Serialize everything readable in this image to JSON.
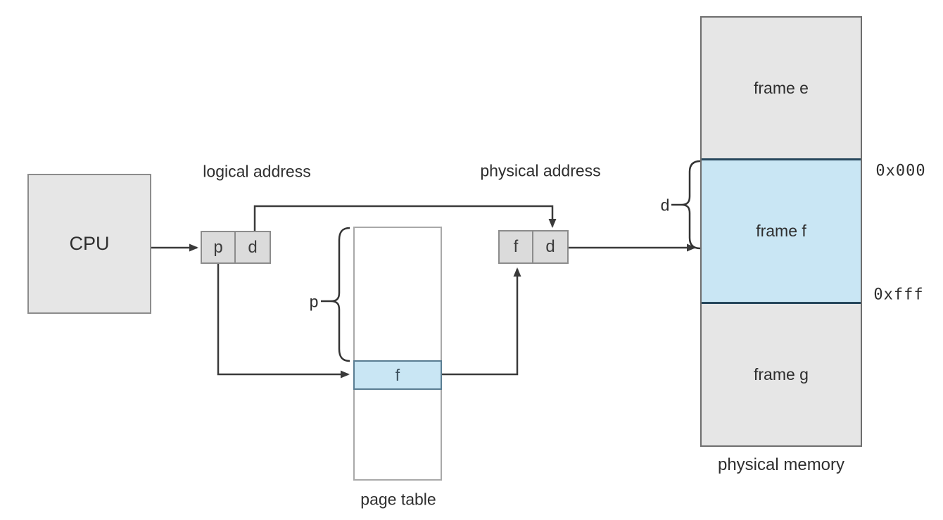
{
  "labels": {
    "logical_address": "logical address",
    "physical_address": "physical address",
    "page_table": "page table",
    "physical_memory": "physical memory"
  },
  "cpu": {
    "label": "CPU"
  },
  "logical_address_box": {
    "page_field": "p",
    "offset_field": "d"
  },
  "physical_address_box": {
    "frame_field": "f",
    "offset_field": "d"
  },
  "page_table": {
    "highlighted_entry": "f",
    "index_brace_label": "p"
  },
  "memory": {
    "frames": [
      {
        "label": "frame e"
      },
      {
        "label": "frame f"
      },
      {
        "label": "frame g"
      }
    ],
    "addr_top": "0x000",
    "addr_bottom": "0xfff",
    "offset_brace_label": "d"
  },
  "colors": {
    "highlight_blue": "#c9e6f4",
    "frame_gray": "#e6e6e6",
    "cell_gray": "#dbdbdb",
    "line": "#3a3a3a",
    "frame_f_border": "#27475c"
  }
}
